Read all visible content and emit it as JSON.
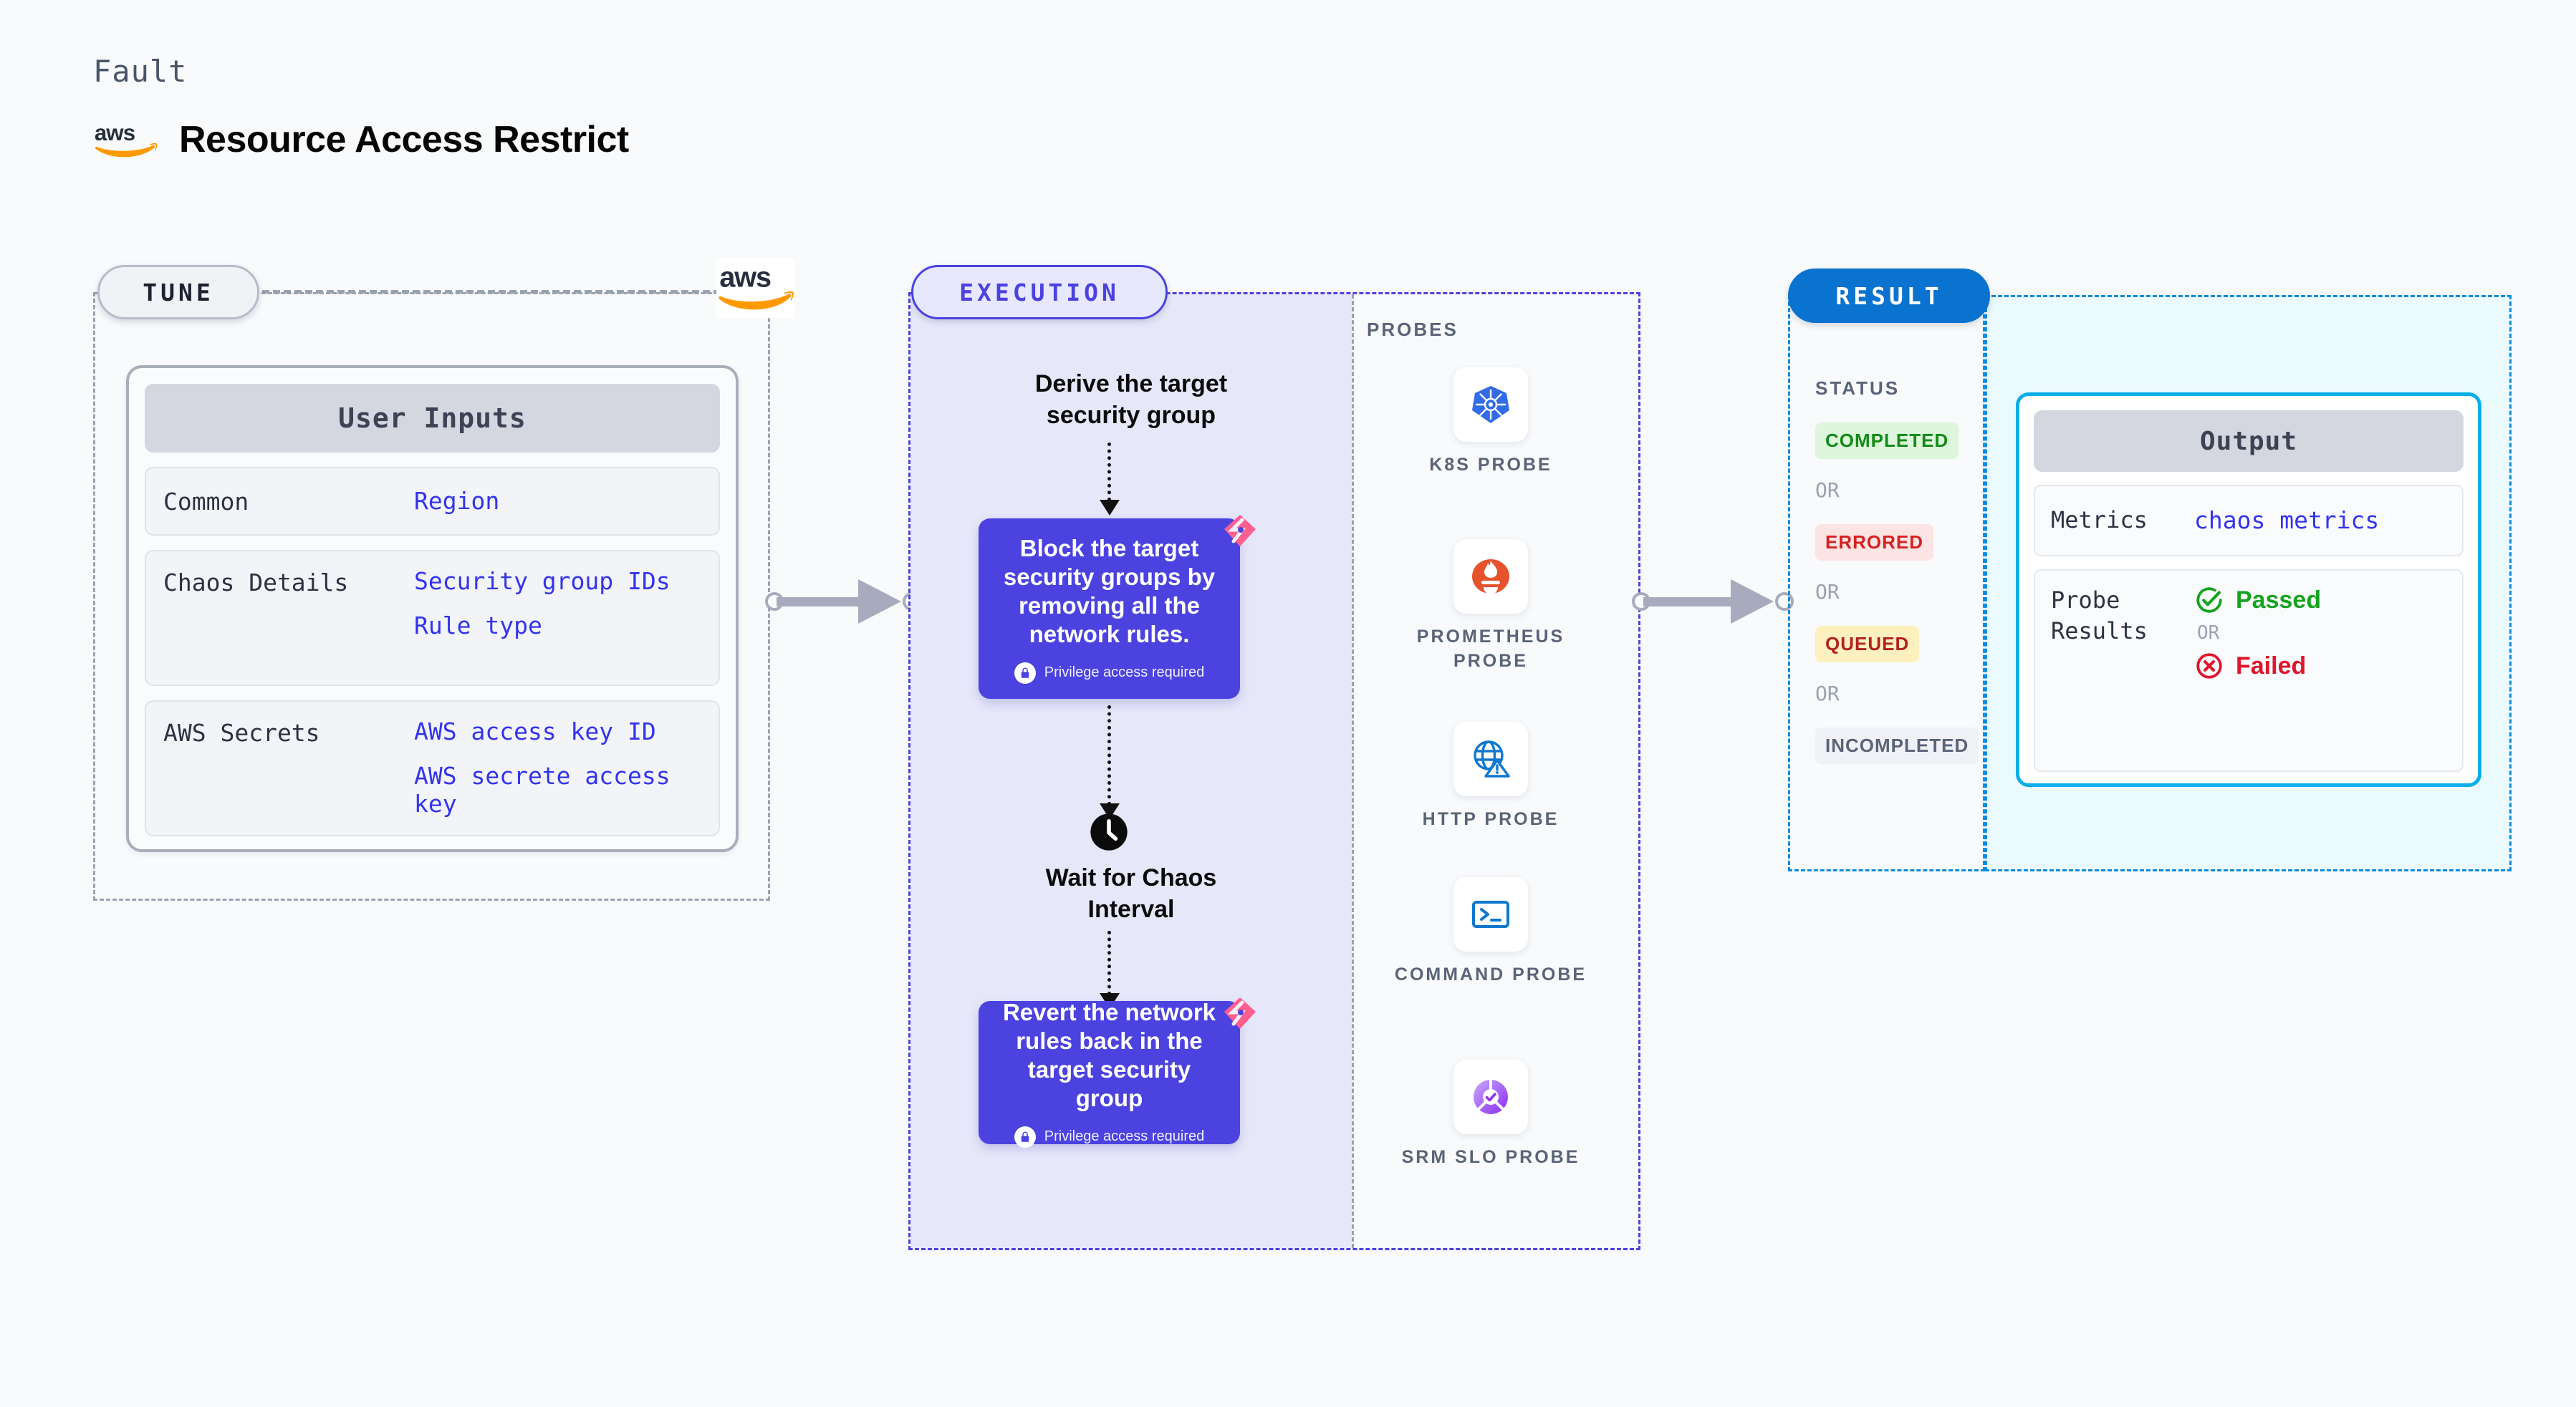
{
  "header": {
    "kicker": "Fault",
    "title": "Resource Access Restrict",
    "brand_icon": "aws-logo-icon"
  },
  "colors": {
    "page_bg": "#f8fafc",
    "execution_accent": "#4b42e0",
    "result_accent": "#0a72cf",
    "output_accent": "#0aaee8",
    "link_blue": "#3333ee",
    "harness_pink": "#ff5f8f"
  },
  "tune": {
    "badge": "TUNE",
    "provider_icon": "aws-logo-icon",
    "card": {
      "title": "User Inputs",
      "rows": [
        {
          "key": "Common",
          "values": [
            "Region"
          ]
        },
        {
          "key": "Chaos Details",
          "values": [
            "Security group IDs",
            "Rule type"
          ]
        },
        {
          "key": "AWS Secrets",
          "values": [
            "AWS access key ID",
            "AWS secrete access key"
          ]
        }
      ]
    }
  },
  "execution": {
    "badge": "EXECUTION",
    "steps": [
      {
        "type": "label",
        "text": "Derive the target security group"
      },
      {
        "type": "card",
        "text": "Block the target security groups by removing all the network rules.",
        "note": "Privilege access required",
        "note_icon": "lock-icon",
        "brand_icon": "harness-logo-icon"
      },
      {
        "type": "wait",
        "text": "Wait for Chaos Interval",
        "icon": "clock-icon"
      },
      {
        "type": "card",
        "text": "Revert the network rules back in the target security group",
        "note": "Privilege access required",
        "note_icon": "lock-icon",
        "brand_icon": "harness-logo-icon"
      }
    ]
  },
  "probes": {
    "title": "PROBES",
    "items": [
      {
        "name": "K8S PROBE",
        "icon": "kubernetes-icon"
      },
      {
        "name": "PROMETHEUS PROBE",
        "icon": "prometheus-icon"
      },
      {
        "name": "HTTP PROBE",
        "icon": "http-globe-icon"
      },
      {
        "name": "COMMAND PROBE",
        "icon": "terminal-icon"
      },
      {
        "name": "SRM SLO PROBE",
        "icon": "srm-slo-icon"
      }
    ]
  },
  "result": {
    "badge": "RESULT",
    "status_title": "STATUS",
    "or_label": "OR",
    "statuses": [
      {
        "label": "COMPLETED",
        "bg": "#ddf7dc",
        "fg": "#128a17"
      },
      {
        "label": "ERRORED",
        "bg": "#fde4e4",
        "fg": "#d62121"
      },
      {
        "label": "QUEUED",
        "bg": "#fdf0bf",
        "fg": "#b32020"
      },
      {
        "label": "INCOMPLETED",
        "bg": "#f0f1f6",
        "fg": "#5a6377"
      }
    ],
    "output": {
      "title": "Output",
      "metrics_key": "Metrics",
      "metrics_value": "chaos metrics",
      "probe_key": "Probe Results",
      "passed_label": "Passed",
      "passed_icon": "check-circle-icon",
      "or_label": "OR",
      "failed_label": "Failed",
      "failed_icon": "x-circle-icon"
    }
  }
}
